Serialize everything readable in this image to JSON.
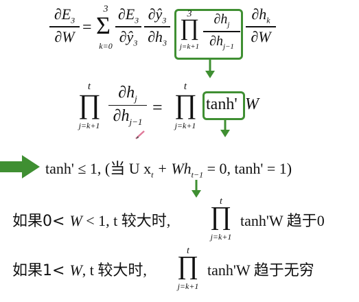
{
  "line1": {
    "lhs_num": "∂E",
    "lhs_num_sub": "3",
    "lhs_den": "∂W",
    "equals": "=",
    "sum_symbol": "Σ",
    "sum_upper": "3",
    "sum_lower": "k=0",
    "f1_num": "∂E",
    "f1_num_sub": "3",
    "f1_den": "∂ŷ",
    "f1_den_sub": "3",
    "f2_num": "∂ŷ",
    "f2_num_sub": "3",
    "f2_den": "∂h",
    "f2_den_sub": "3",
    "prod_symbol": "∏",
    "prod_upper": "3",
    "prod_lower": "j=k+1",
    "f3_num": "∂h",
    "f3_num_sub": "j",
    "f3_den": "∂h",
    "f3_den_sub": "j−1",
    "f4_num": "∂h",
    "f4_num_sub": "k",
    "f4_den": "∂W"
  },
  "line2": {
    "prod_symbol": "∏",
    "prod_upper": "t",
    "prod_lower": "j=k+1",
    "num": "∂h",
    "num_sub": "j",
    "den": "∂h",
    "den_sub": "j−1",
    "equals": "=",
    "prod2_symbol": "∏",
    "prod2_upper": "t",
    "prod2_lower": "j=k+1",
    "boxed": "tanh'",
    "tail": "W"
  },
  "line3": {
    "text_a": "tanh' ≤ 1, (当 U x",
    "sub_t": "t",
    "text_b": " + Wh",
    "sub_t1": "t−1",
    "text_c": " = 0, tanh' = 1)"
  },
  "line4": {
    "pre": "如果0< ",
    "w": "W",
    "mid": " < 1, t 较大时,",
    "prod_symbol": "∏",
    "prod_upper": "t",
    "prod_lower": "j=k+1",
    "post": "tanh'W 趋于0"
  },
  "line5": {
    "pre": "如果1< ",
    "w": "W",
    "mid": ", t 较大时,",
    "prod_symbol": "∏",
    "prod_upper": "t",
    "prod_lower": "j=k+1",
    "post": "tanh'W 趋于无穷"
  },
  "colors": {
    "accent_green": "#3f8f32",
    "pencil_pink": "#e07a9a"
  }
}
